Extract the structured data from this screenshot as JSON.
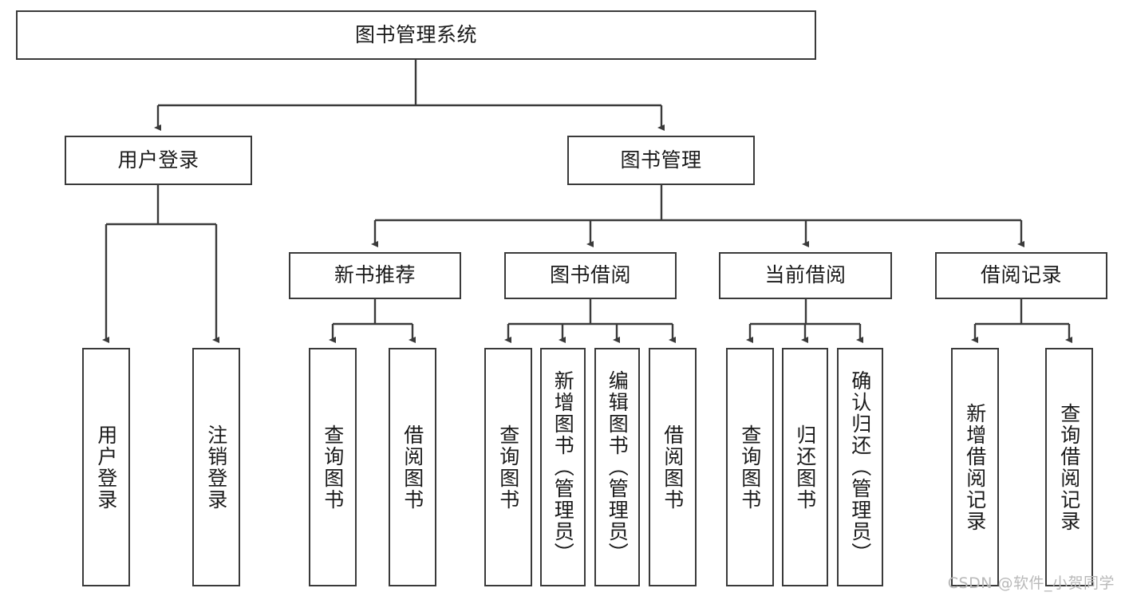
{
  "diagram": {
    "title": "图书管理系统",
    "type": "tree-hierarchy",
    "watermark": "CSDN @软件_小贺同学",
    "colors": {
      "stroke": "#3a3a3a",
      "fill": "#ffffff",
      "text": "#1a1a1a",
      "watermark": "#b9b9b9"
    },
    "levels": {
      "root": {
        "label": "图书管理系统"
      },
      "level2": [
        {
          "label": "用户登录"
        },
        {
          "label": "图书管理"
        }
      ],
      "level3": [
        {
          "label": "新书推荐"
        },
        {
          "label": "图书借阅"
        },
        {
          "label": "当前借阅"
        },
        {
          "label": "借阅记录"
        }
      ],
      "leaves": {
        "user_login": [
          {
            "label": "用户登录"
          },
          {
            "label": "注销登录"
          }
        ],
        "new_book_recommend": [
          {
            "label": "查询图书"
          },
          {
            "label": "借阅图书"
          }
        ],
        "book_borrow": [
          {
            "label": "查询图书"
          },
          {
            "label": "新增图书（管理员）"
          },
          {
            "label": "编辑图书（管理员）"
          },
          {
            "label": "借阅图书"
          }
        ],
        "current_borrow": [
          {
            "label": "查询图书"
          },
          {
            "label": "归还图书"
          },
          {
            "label": "确认归还（管理员）"
          }
        ],
        "borrow_record": [
          {
            "label": "新增借阅记录"
          },
          {
            "label": "查询借阅记录"
          }
        ]
      }
    }
  }
}
